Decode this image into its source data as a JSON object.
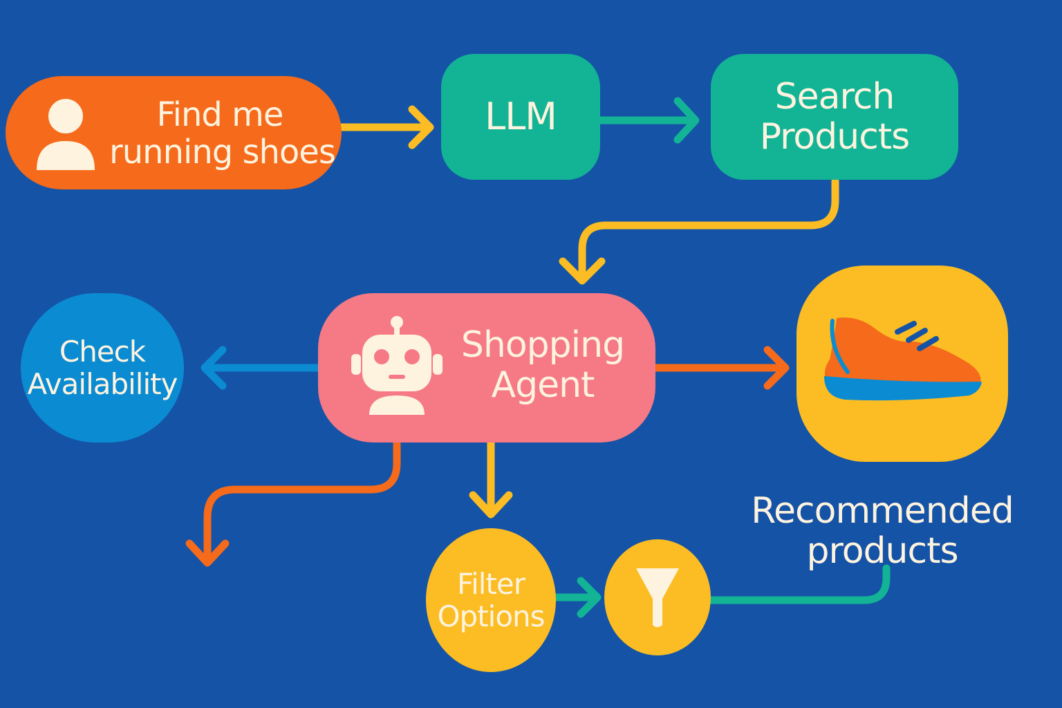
{
  "colors": {
    "background": "#1553a6",
    "orange": "#f56a1b",
    "teal": "#12b495",
    "yellow": "#fbbd23",
    "pink": "#f57a86",
    "blue": "#0b8bd2",
    "cream": "#fdf3df"
  },
  "nodes": {
    "query": {
      "line1": "Find me",
      "line2": "running shoes",
      "icon": "user-icon"
    },
    "llm": {
      "label": "LLM"
    },
    "search": {
      "line1": "Search",
      "line2": "Products"
    },
    "agent": {
      "line1": "Shopping",
      "line2": "Agent",
      "icon": "robot-icon"
    },
    "check": {
      "line1": "Check",
      "line2": "Availability"
    },
    "result": {
      "icon": "running-shoe-icon"
    },
    "recommended": {
      "line1": "Recommended",
      "line2": "products"
    },
    "filter": {
      "line1": "Filter",
      "line2": "Options"
    },
    "funnel": {
      "icon": "funnel-icon"
    }
  },
  "edges": [
    {
      "from": "query",
      "to": "llm"
    },
    {
      "from": "llm",
      "to": "search"
    },
    {
      "from": "search",
      "to": "agent"
    },
    {
      "from": "agent",
      "to": "check"
    },
    {
      "from": "agent",
      "to": "result"
    },
    {
      "from": "agent",
      "to": "filter"
    },
    {
      "from": "agent",
      "to": ""
    },
    {
      "from": "filter",
      "to": "funnel"
    },
    {
      "from": "funnel",
      "to": "recommended"
    }
  ]
}
